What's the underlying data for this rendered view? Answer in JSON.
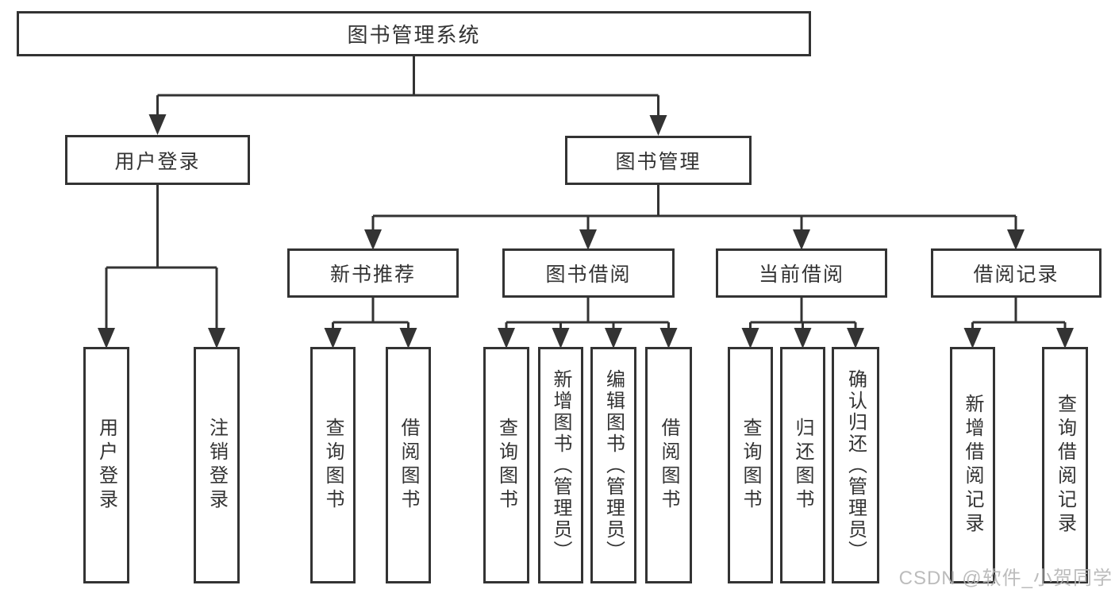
{
  "title": {
    "label": "图书管理系统"
  },
  "level2": {
    "user_login": "用户登录",
    "book_management": "图书管理"
  },
  "level3": {
    "new_book_recommend": "新书推荐",
    "book_borrow": "图书借阅",
    "current_borrow": "当前借阅",
    "borrow_record": "借阅记录"
  },
  "leaves": {
    "user_login": "用户登录",
    "logout": "注销登录",
    "recommend_query_book": "查询图书",
    "recommend_borrow_book": "借阅图书",
    "borrow_query_book": "查询图书",
    "borrow_add_book": "新增图书（管理员）",
    "borrow_edit_book": "编辑图书（管理员）",
    "borrow_borrow_book": "借阅图书",
    "current_query_book": "查询图书",
    "current_return_book": "归还图书",
    "current_confirm_return": "确认归还（管理员）",
    "record_add": "新增借阅记录",
    "record_query": "查询借阅记录"
  },
  "watermark": "CSDN @软件_小贺同学",
  "colors": {
    "line": "#333333",
    "box_background": "#ffffff",
    "text": "#333333",
    "watermark": "#b5b5b5"
  }
}
